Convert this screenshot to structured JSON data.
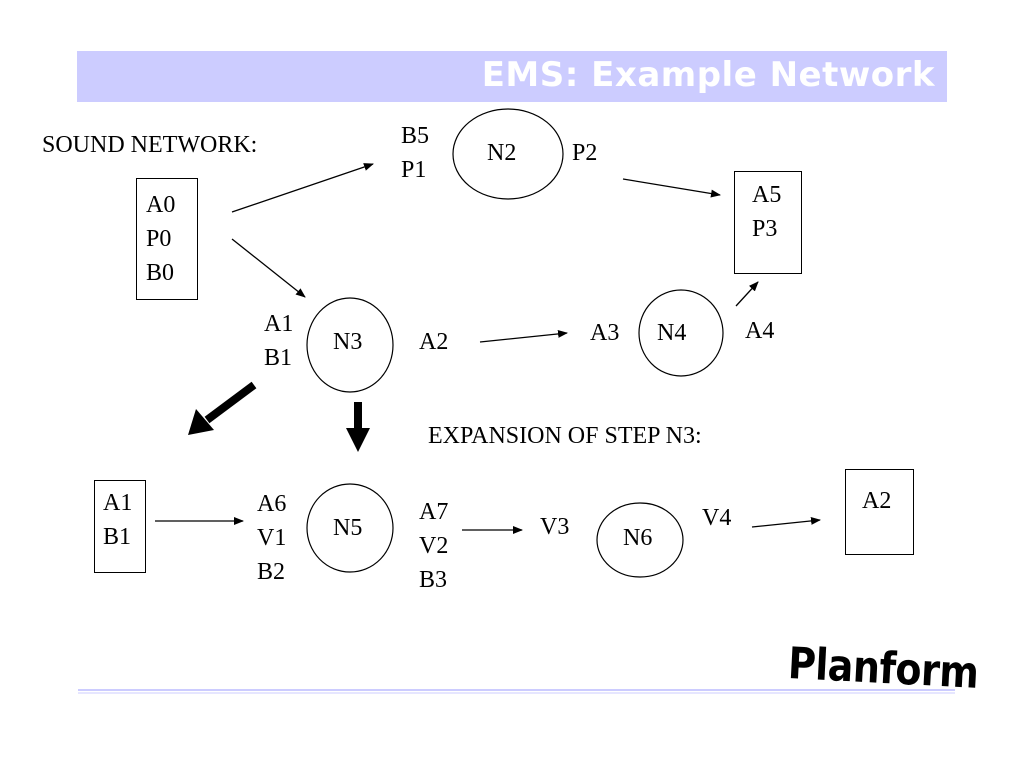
{
  "title": "EMS: Example Network",
  "sound_network_label": "SOUND NETWORK:",
  "expansion_label": "EXPANSION OF STEP N3:",
  "top": {
    "init_box": [
      "A0",
      "P0",
      "B0"
    ],
    "goal_box": [
      "A5",
      "P3"
    ],
    "n2": {
      "label": "N2",
      "pre": [
        "B5",
        "P1"
      ],
      "post": [
        "P2"
      ]
    },
    "n3": {
      "label": "N3",
      "pre": [
        "A1",
        "B1"
      ],
      "post": [
        "A2"
      ]
    },
    "n4": {
      "label": "N4",
      "pre": [
        "A3"
      ],
      "post": [
        "A4"
      ]
    }
  },
  "bottom": {
    "init_box": [
      "A1",
      "B1"
    ],
    "goal_box": [
      "A2"
    ],
    "n5": {
      "label": "N5",
      "pre": [
        "A6",
        "V1",
        "B2"
      ],
      "post": [
        "A7",
        "V2",
        "B3"
      ]
    },
    "n6": {
      "label": "N6",
      "pre": [
        "V3"
      ],
      "post": [
        "V4"
      ]
    }
  },
  "logo_text": "Planform"
}
